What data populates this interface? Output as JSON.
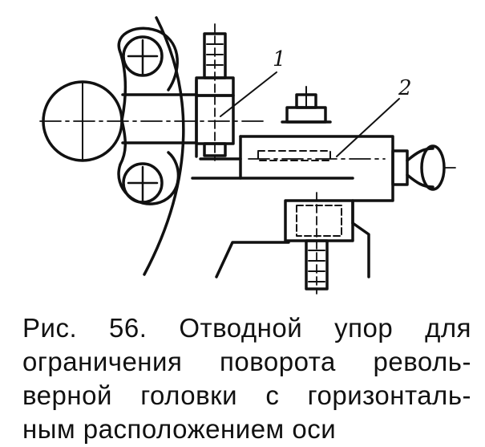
{
  "figure": {
    "callouts": [
      {
        "label": "1",
        "target": "stop-bolt"
      },
      {
        "label": "2",
        "target": "stop-body"
      }
    ]
  },
  "caption": {
    "lines": [
      "Рис. 56. Отводной упор для",
      "ограничения поворота револь-",
      "верной головки с горизонталь-",
      "ным расположением оси"
    ]
  }
}
